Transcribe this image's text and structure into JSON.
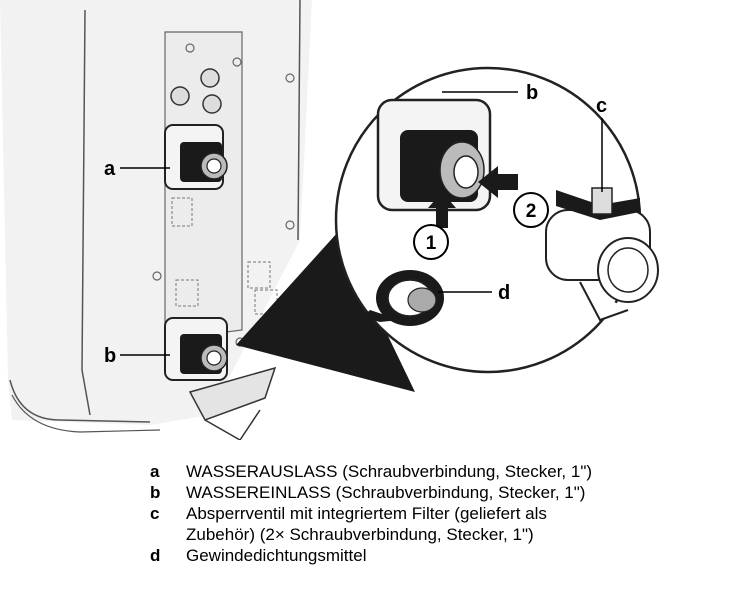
{
  "callouts": {
    "a": "a",
    "b_main": "b",
    "b_zoom": "b",
    "c": "c",
    "d": "d"
  },
  "steps": {
    "step1": "1",
    "step2": "2"
  },
  "legend": {
    "items": [
      {
        "key": "a",
        "text": "WASSERAUSLASS (Schraubverbindung, Stecker, 1\")"
      },
      {
        "key": "b",
        "text": "WASSEREINLASS (Schraubverbindung, Stecker, 1\")"
      },
      {
        "key": "c",
        "text": "Absperrventil mit integriertem Filter (geliefert als"
      },
      {
        "key": "",
        "text": "Zubehör) (2× Schraubverbindung, Stecker, 1\")"
      },
      {
        "key": "d",
        "text": "Gewindedichtungsmittel"
      }
    ]
  }
}
